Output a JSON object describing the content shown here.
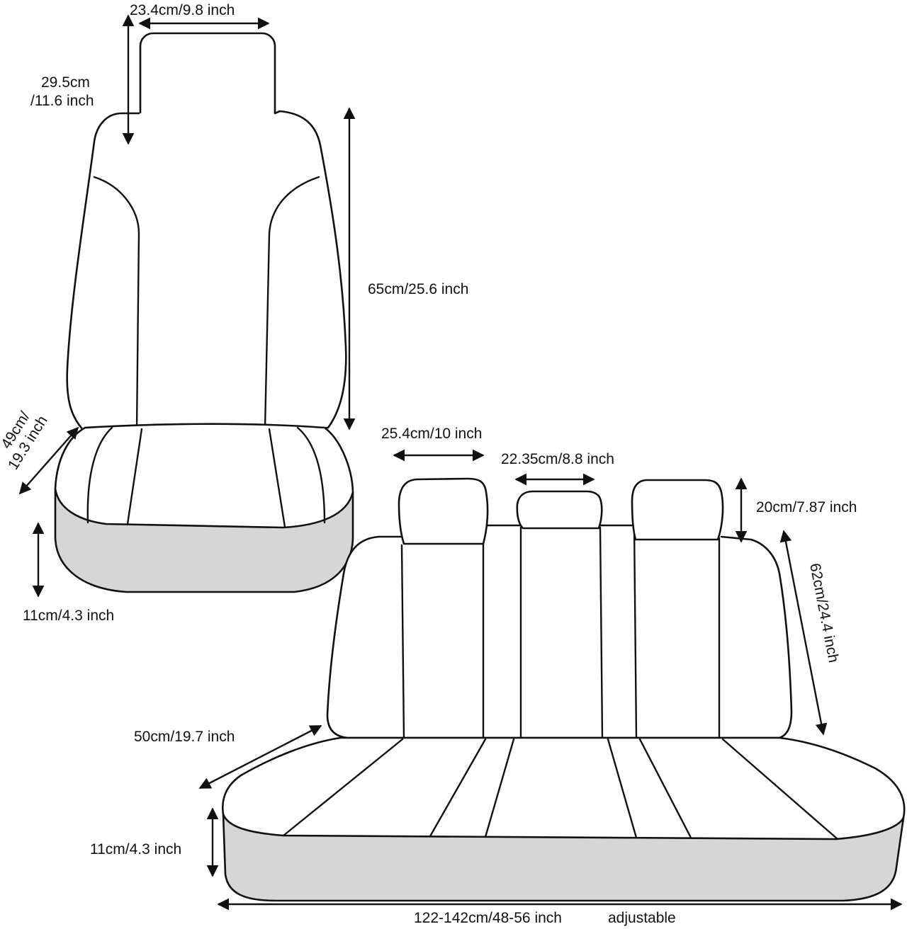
{
  "front_seat": {
    "headrest_width": "23.4cm/9.8 inch",
    "headrest_height_line1": "29.5cm",
    "headrest_height_line2": "/11.6 inch",
    "backrest_height": "65cm/25.6 inch",
    "cushion_depth_line1": "49cm/",
    "cushion_depth_line2": "19.3 inch",
    "side_height": "11cm/4.3 inch"
  },
  "rear_seat": {
    "side_headrest_width": "25.4cm/10 inch",
    "middle_headrest_width": "22.35cm/8.8 inch",
    "headrest_height": "20cm/7.87 inch",
    "backrest_height": "62cm/24.4 inch",
    "cushion_depth": "50cm/19.7 inch",
    "side_height": "11cm/4.3 inch",
    "total_width": "122-142cm/48-56 inch",
    "width_note": "adjustable"
  },
  "colors": {
    "outline": "#111111",
    "side_panel_fill": "#d6d6d6",
    "background": "#ffffff"
  }
}
